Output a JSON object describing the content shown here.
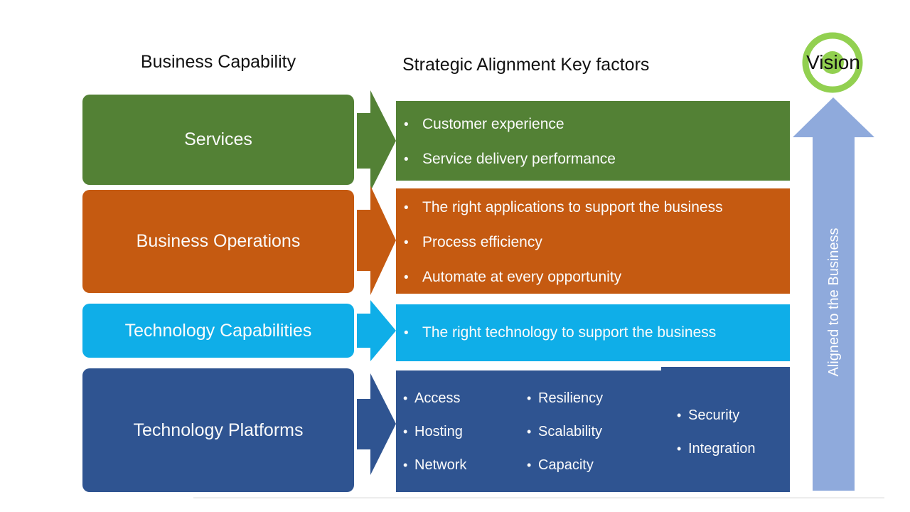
{
  "title_row": {
    "left": "Business Capability",
    "center": "Strategic Alignment Key factors"
  },
  "colors": {
    "green": "#538135",
    "orange": "#C55A11",
    "cyan": "#0FAEE8",
    "dark_blue": "#2F5491",
    "periwinkle": "#8FAADC",
    "ring_green": "#92D050",
    "box_text": "#FBFBFB",
    "header_text": "#111111"
  },
  "rows": [
    {
      "label": "Services",
      "color": "#538135",
      "bullets": [
        "Customer experience",
        "Service delivery performance"
      ]
    },
    {
      "label": "Business Operations",
      "color": "#C55A11",
      "bullets": [
        "The right applications to support the business",
        "Process efficiency",
        "Automate at every opportunity"
      ]
    },
    {
      "label": "Technology Capabilities",
      "color": "#0FAEE8",
      "bullets": [
        "The right technology to support the business"
      ]
    },
    {
      "label": "Technology Platforms",
      "color": "#2F5491",
      "columns": [
        [
          "Access",
          "Hosting",
          "Network"
        ],
        [
          "Resiliency",
          "Scalability",
          "Capacity"
        ],
        [
          "Security",
          "Integration"
        ]
      ]
    }
  ],
  "vision": {
    "label": "Vision",
    "arrow_text": "Aligned to the Business",
    "arrow_color": "#8FAADC",
    "ring_color": "#92D050"
  }
}
